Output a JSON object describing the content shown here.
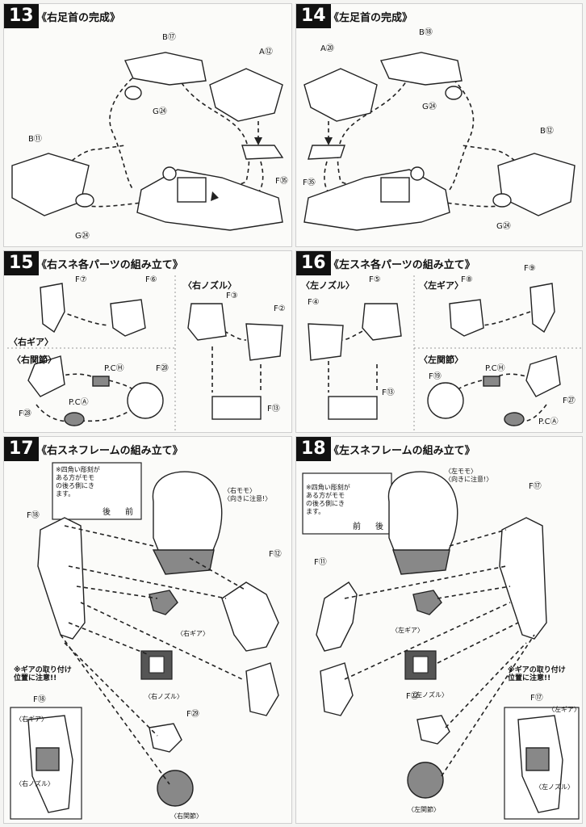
{
  "steps": {
    "s13": {
      "num": "13",
      "title": "《右足首の完成》",
      "labels": [
        "B⑰",
        "A⑫",
        "G㉔",
        "B⑪",
        "G㉔",
        "F㉟"
      ]
    },
    "s14": {
      "num": "14",
      "title": "《左足首の完成》",
      "labels": [
        "B⑱",
        "A⑳",
        "G㉔",
        "B⑫",
        "F㉟",
        "G㉔"
      ]
    },
    "s15": {
      "num": "15",
      "title": "《右スネ各パーツの組み立て》",
      "subs": [
        "〈右ノズル〉",
        "〈右ギア〉",
        "〈右関節〉"
      ],
      "labels": [
        "F⑦",
        "F⑥",
        "F③",
        "F②",
        "P.CⒽ",
        "F⑳",
        "P.CⒶ",
        "F㉘",
        "F⑬"
      ]
    },
    "s16": {
      "num": "16",
      "title": "《左スネ各パーツの組み立て》",
      "subs": [
        "〈左ノズル〉",
        "〈左ギア〉",
        "〈左関節〉"
      ],
      "labels": [
        "F⑤",
        "F④",
        "F⑧",
        "F⑨",
        "P.CⒽ",
        "F⑲",
        "F㉗",
        "P.CⒶ",
        "F⑬"
      ]
    },
    "s17": {
      "num": "17",
      "title": "《右スネフレームの組み立て》",
      "note": "※四角い彫刻が\nある方がモモ\nの後ろ側にき\nます。",
      "back": "後",
      "front": "前",
      "momo": "〈右モモ〉\n〈向きに注意!〉",
      "gear_note": "※ギアの取り付け\n位置に注意!!",
      "labels": [
        "F⑱",
        "F⑫",
        "〈右ギア〉",
        "〈右ノズル〉",
        "F㉙",
        "〈右関節〉",
        "F⑱",
        "〈右ギア〉",
        "〈右ノズル〉"
      ]
    },
    "s18": {
      "num": "18",
      "title": "《左スネフレームの組み立て》",
      "note": "※四角い彫刻が\nある方がモモ\nの後ろ側にき\nます。",
      "back": "後",
      "front": "前",
      "momo": "〈左モモ〉\n〈向きに注意!〉",
      "gear_note": "※ギアの取り付け\n位置に注意!!",
      "labels": [
        "F⑰",
        "F⑪",
        "〈左ギア〉",
        "〈左ノズル〉",
        "F㉒",
        "〈左関節〉",
        "F⑰",
        "〈左ギア〉",
        "〈左ノズル〉"
      ]
    }
  },
  "colors": {
    "ink": "#111111",
    "gray_part": "#888888",
    "dark_part": "#555555",
    "paper": "#fbfbf9"
  },
  "icons": [
    "arrow-down-icon",
    "arrow-right-icon",
    "dashed-guide-icon"
  ]
}
